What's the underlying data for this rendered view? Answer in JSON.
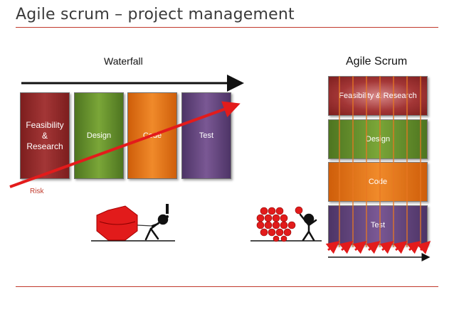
{
  "slide": {
    "title": "Agile scrum – project management"
  },
  "waterfall": {
    "heading": "Waterfall",
    "phases": [
      "Feasibility\n&\nResearch",
      "Design",
      "Code",
      "Test"
    ],
    "risk_label": "Risk"
  },
  "agile": {
    "heading": "Agile Scrum",
    "phases": [
      "Feasibility & Research",
      "Design",
      "Code",
      "Test"
    ]
  },
  "colors": {
    "feasibility": "#a33636",
    "design": "#7aa638",
    "code": "#f08a2a",
    "test": "#7a5894",
    "risk": "#e31b1b",
    "rule": "#c0392b"
  },
  "icons": [
    "red-boulder-icon",
    "pushing-figure-icon",
    "exclamation-icon",
    "hexagon-cluster-icon",
    "juggling-figure-icon"
  ]
}
